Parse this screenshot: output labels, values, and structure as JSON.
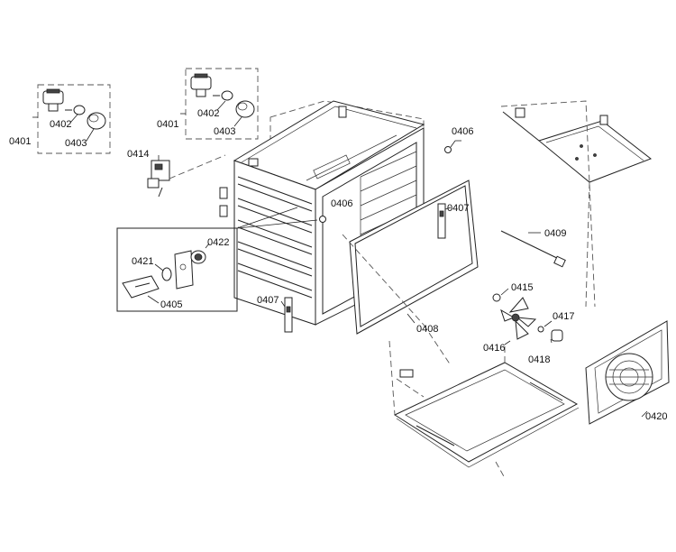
{
  "labels": {
    "l0401a": "0401",
    "l0402a": "0402",
    "l0403a": "0403",
    "l0401b": "0401",
    "l0402b": "0402",
    "l0403b": "0403",
    "l0414": "0414",
    "l0406a": "0406",
    "l0406b": "0406",
    "l0407a": "0407",
    "l0407b": "0407",
    "l0409": "0409",
    "l0422": "0422",
    "l0421": "0421",
    "l0405": "0405",
    "l0408": "0408",
    "l0415": "0415",
    "l0417": "0417",
    "l0416": "0416",
    "l0418": "0418",
    "l0420": "0420"
  }
}
